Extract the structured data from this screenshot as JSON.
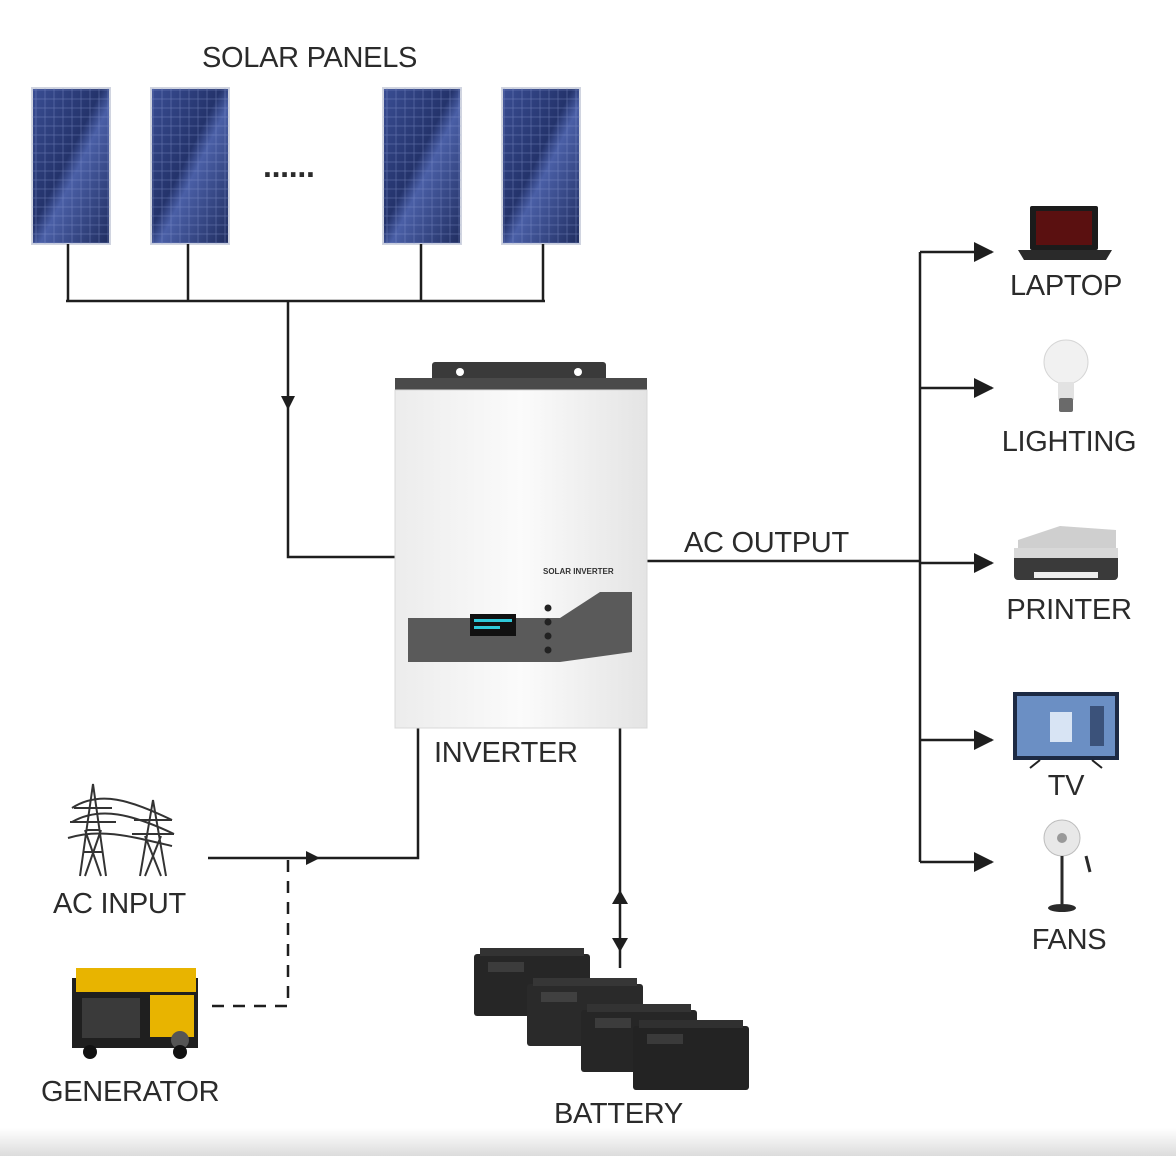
{
  "labels": {
    "solar_panels": "SOLAR PANELS",
    "ellipsis": "......",
    "ac_output": "AC OUTPUT",
    "inverter": "INVERTER",
    "ac_input": "AC INPUT",
    "generator": "GENERATOR",
    "battery": "BATTERY"
  },
  "device_text": {
    "inverter_brand": "SOLAR INVERTER"
  },
  "loads": [
    {
      "label": "LAPTOP",
      "icon": "laptop-icon"
    },
    {
      "label": "LIGHTING",
      "icon": "lightbulb-icon"
    },
    {
      "label": "PRINTER",
      "icon": "printer-icon"
    },
    {
      "label": "TV",
      "icon": "tv-icon"
    },
    {
      "label": "FANS",
      "icon": "fan-icon"
    }
  ],
  "colors": {
    "line": "#1e1e1e",
    "panel_blue": "#2c3e7a",
    "inverter_body": "#f4f4f4",
    "inverter_panel": "#5a5a5a",
    "battery": "#2a2a2a",
    "generator_yellow": "#e8b400"
  }
}
